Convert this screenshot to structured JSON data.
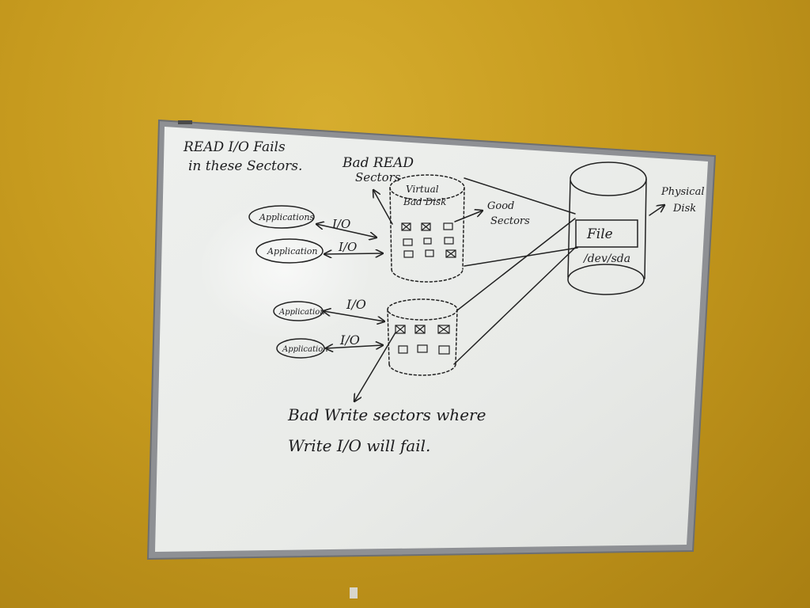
{
  "notes": {
    "read_fail_line1": "READ I/O Fails",
    "read_fail_line2": "in these Sectors.",
    "bad_read_line1": "Bad READ",
    "bad_read_line2": "Sectors",
    "virtual_line1": "Virtual",
    "virtual_line2": "Bad Disk",
    "good_line1": "Good",
    "good_line2": "Sectors",
    "physical_line1": "Physical",
    "physical_line2": "Disk",
    "file": "File",
    "device": "/dev/sda",
    "bad_write_line1": "Bad Write sectors where",
    "bad_write_line2": "Write I/O will fail."
  },
  "apps": [
    "Applications",
    "Application",
    "Application",
    "Application"
  ],
  "io_label": "I/O",
  "colors": {
    "wall": "#c69a1e",
    "board": "#f1f2ee",
    "frame": "#8e9094",
    "ink": "#1d1d1f"
  }
}
